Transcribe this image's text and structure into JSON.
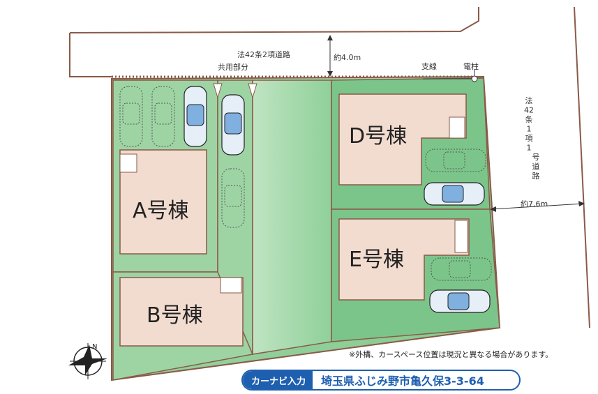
{
  "road_top_label": "法42条2項道路",
  "road_top_width": "約4.0m",
  "shared_area_label": "共用部分",
  "support_wire_label": "支線",
  "utility_pole_label": "電柱",
  "road_right_label": "法42条1項1号道路",
  "road_right_width": "約7.6m",
  "buildings": [
    {
      "id": "A",
      "label": "A号棟"
    },
    {
      "id": "B",
      "label": "B号棟"
    },
    {
      "id": "D",
      "label": "D号棟"
    },
    {
      "id": "E",
      "label": "E号棟"
    }
  ],
  "note": "※外構、カースペース位置は現況と異なる場合があります。",
  "navi": {
    "tag": "カーナビ入力",
    "address": "埼玉県ふじみ野市亀久保3-3-64"
  },
  "colors": {
    "lot": "#9ed4a4",
    "lot_dark": "#7cc58a",
    "boundary": "#8a5a48",
    "building": "#f2dcd0",
    "nav": "#1f5fb0"
  },
  "icons": [
    "north-compass-icon",
    "car-icon"
  ]
}
